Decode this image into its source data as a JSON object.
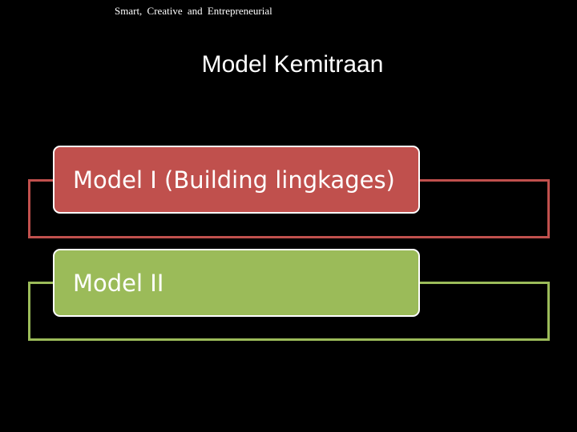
{
  "header": {
    "tagline": "Smart, Creative and Entrepreneurial"
  },
  "slide": {
    "title": "Model Kemitraan"
  },
  "list": {
    "items": [
      {
        "label": "Model I (Building lingkages)",
        "color": "#c0504d"
      },
      {
        "label": "Model II",
        "color": "#9bbb59"
      }
    ],
    "card_border_color": "#ffffff",
    "background": "#000000"
  }
}
